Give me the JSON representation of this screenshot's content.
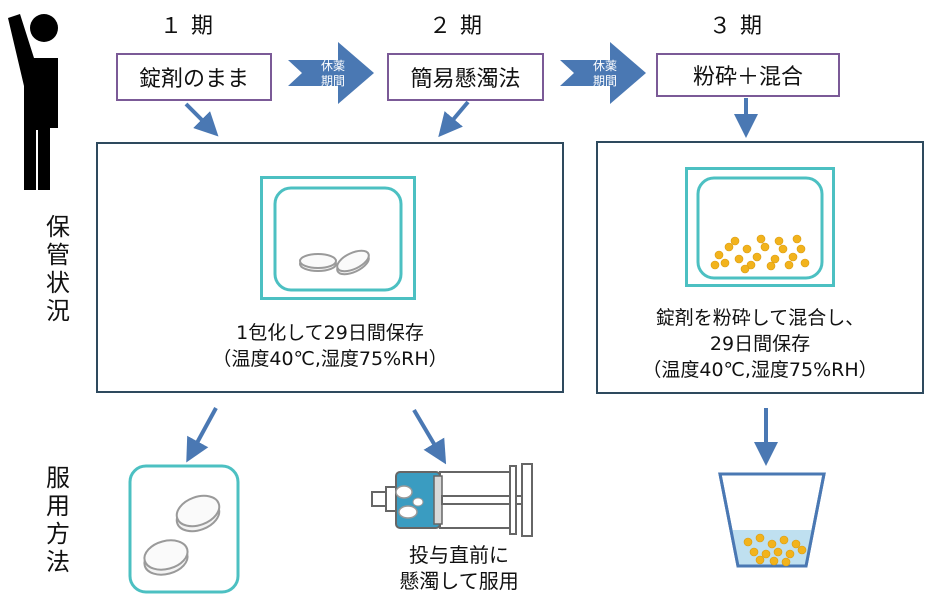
{
  "phases": [
    "１ 期",
    "２ 期",
    "３ 期"
  ],
  "methods": [
    "錠剤のまま",
    "簡易懸濁法",
    "粉砕＋混合"
  ],
  "washout_top": "休薬",
  "washout_bottom": "期間",
  "storage_label": [
    "保",
    "管",
    "状",
    "況"
  ],
  "usage_label": [
    "服",
    "用",
    "方",
    "法"
  ],
  "storage_left_caption": [
    "1包化して29日間保存",
    "（温度40℃,湿度75%RH）"
  ],
  "storage_right_caption": [
    "錠剤を粉砕して混合し、",
    "29日間保存",
    "（温度40℃,湿度75%RH）"
  ],
  "syringe_caption": [
    "投与直前に",
    "懸濁して服用"
  ],
  "colors": {
    "method_border": "#7b5a97",
    "box_border": "#2e4a5e",
    "arrow": "#4a78b3",
    "container": "#4cc0c2",
    "powder": "#f2b31c"
  }
}
